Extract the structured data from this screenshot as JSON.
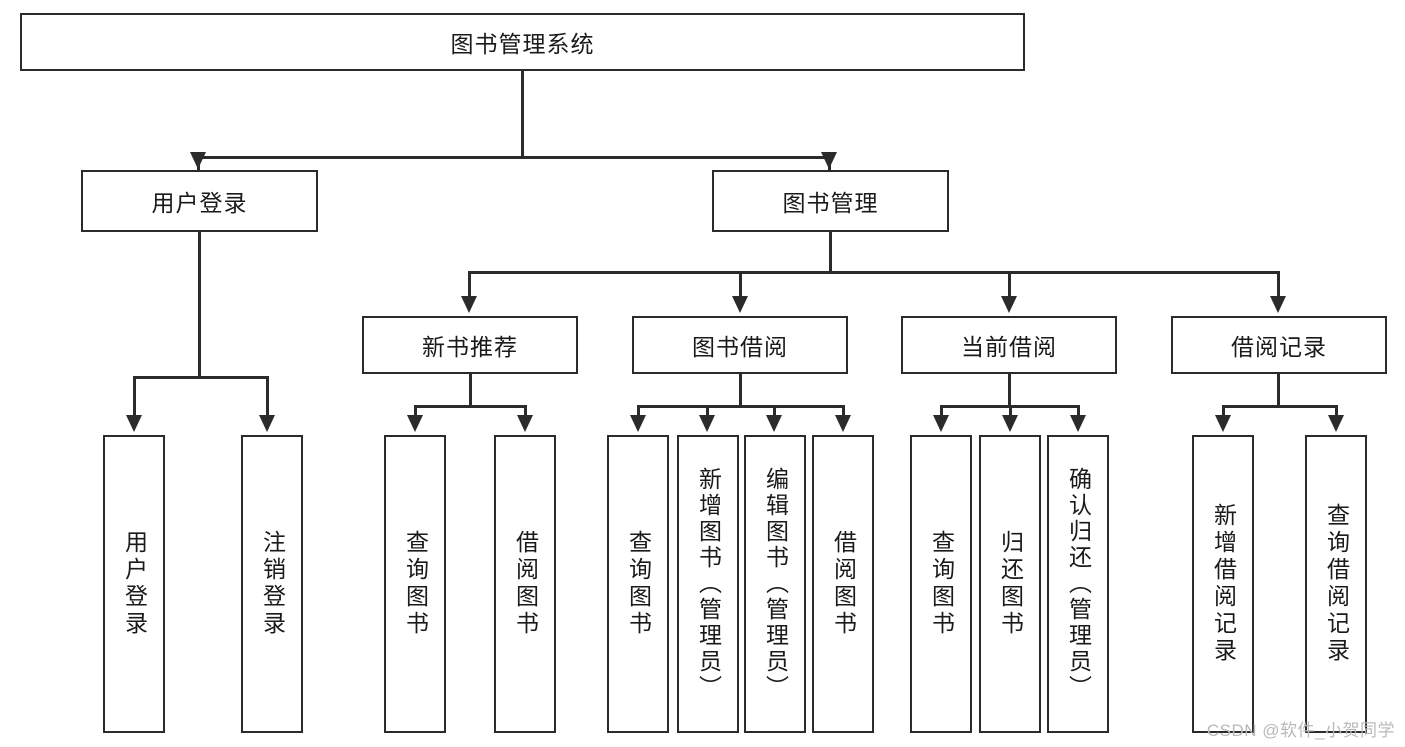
{
  "diagram": {
    "title": "图书管理系统",
    "root": {
      "label": "图书管理系统"
    },
    "level2": [
      {
        "label": "用户登录"
      },
      {
        "label": "图书管理"
      }
    ],
    "level3": [
      {
        "label": "新书推荐"
      },
      {
        "label": "图书借阅"
      },
      {
        "label": "当前借阅"
      },
      {
        "label": "借阅记录"
      }
    ],
    "leaves": {
      "user_login": [
        {
          "label": "用户登录"
        },
        {
          "label": "注销登录"
        }
      ],
      "new_book_recommend": [
        {
          "label": "查询图书"
        },
        {
          "label": "借阅图书"
        }
      ],
      "book_borrow": [
        {
          "label": "查询图书"
        },
        {
          "label": "新增图书（管理员）"
        },
        {
          "label": "编辑图书（管理员）"
        },
        {
          "label": "借阅图书"
        }
      ],
      "current_borrow": [
        {
          "label": "查询图书"
        },
        {
          "label": "归还图书"
        },
        {
          "label": "确认归还（管理员）"
        }
      ],
      "borrow_record": [
        {
          "label": "新增借阅记录"
        },
        {
          "label": "查询借阅记录"
        }
      ]
    }
  },
  "watermark": {
    "text": "CSDN @软件_小贺同学"
  },
  "colors": {
    "stroke": "#2b2b2b",
    "fill": "#ffffff",
    "text": "#1a1a1a",
    "watermark": "#b9b9b9"
  }
}
